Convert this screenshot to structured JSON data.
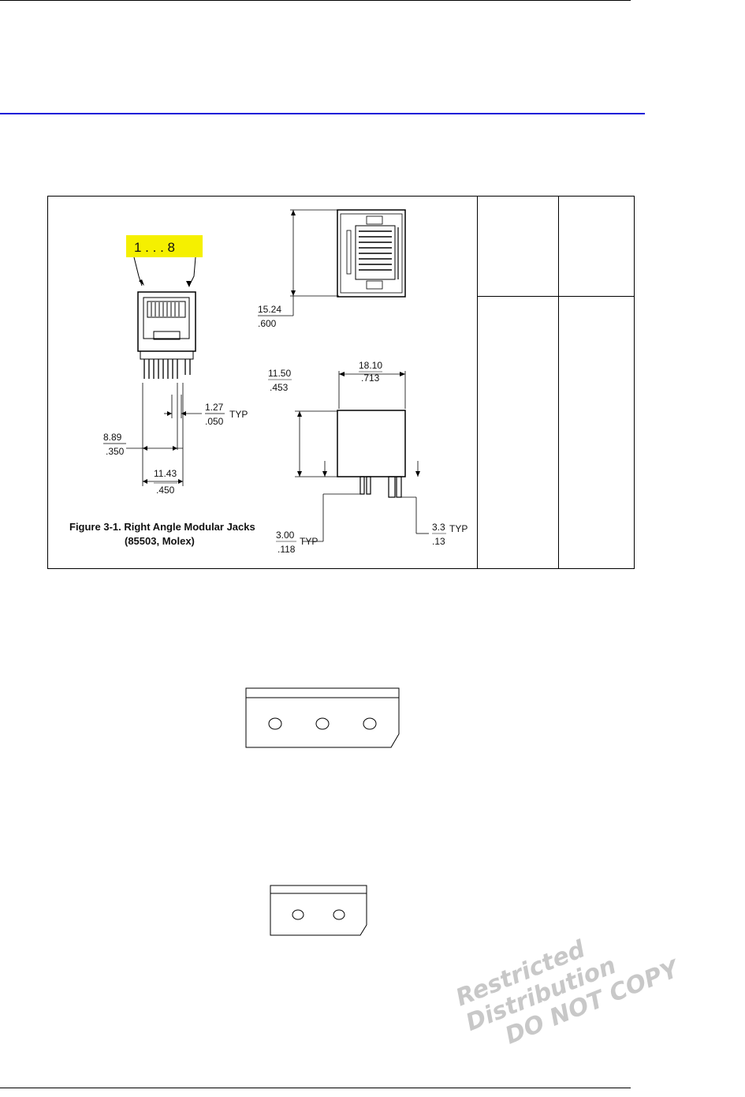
{
  "figure": {
    "pin_label": "1 . . . 8",
    "dim_top_height": "15.24",
    "dim_top_height_in": ".600",
    "dim_pitch": "1.27",
    "dim_pitch_in": ".050",
    "dim_pitch_typ": "TYP",
    "dim_left": "8.89",
    "dim_left_in": ".350",
    "dim_span": "11.43",
    "dim_span_in": ".450",
    "dim_width": "18.10",
    "dim_width_in": ".713",
    "dim_body": "11.50",
    "dim_body_in": ".453",
    "dim_pin_len": "3.00",
    "dim_pin_len_in": ".118",
    "dim_pin_len_typ": "TYP",
    "dim_tab": "3.3",
    "dim_tab_in": ".13",
    "dim_tab_typ": "TYP",
    "caption_line1": "Figure 3-1. Right Angle Modular Jacks",
    "caption_line2": "(85503, Molex)"
  },
  "connector_3pin": {
    "holes": 3
  },
  "connector_2pin": {
    "holes": 2
  },
  "watermark": {
    "line1": "Restricted Distribution",
    "line2": "DO NOT COPY"
  },
  "colors": {
    "accent_rule": "#1a1ad8",
    "pin_highlight": "#f5f000",
    "watermark": "#c8c8c8"
  }
}
